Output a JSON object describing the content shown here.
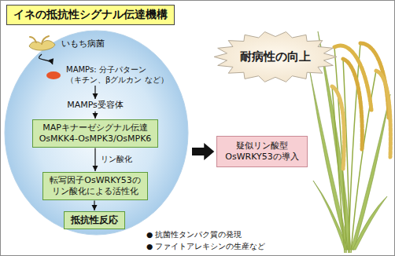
{
  "diagram": {
    "title": "イネの抵抗性シグナル伝達機構",
    "nodes": [
      {
        "text": []
      },
      {
        "text": [
          "いもち病菌"
        ],
        "in": 0
      },
      {
        "text": [
          "MAMPs: 分子パターン （キチン、βグルカン など）"
        ],
        "in": 0
      },
      {
        "text": [
          "MAMPs受容体"
        ],
        "in": 0
      },
      {
        "text": [
          "MAPキナーゼシグナル伝達 OsMKK4-OsMPK3/OsMPK6"
        ],
        "in": 0
      },
      {
        "text": [
          "転写因子OsWRKY53の リン酸化による活性化"
        ],
        "in": 0
      },
      {
        "text": [
          "抵抗性反応"
        ],
        "in": 0
      },
      {
        "text": [
          "耐病性の向上"
        ]
      },
      {
        "text": [
          "疑似リン酸型 OsWRKY53の導入"
        ]
      }
    ],
    "edges": [
      {
        "from": 1,
        "to": 2,
        "arrow": "to"
      },
      {
        "from": 2,
        "to": 3,
        "arrow": "to"
      },
      {
        "from": 3,
        "to": 4,
        "arrow": "to"
      },
      {
        "from": 4,
        "to": 5,
        "label": "リン酸化",
        "arrow": "to"
      },
      {
        "from": 5,
        "to": 6,
        "arrow": "to"
      },
      {
        "from": 0,
        "to": 8,
        "arrow": "to"
      }
    ],
    "labels": [
      "● 抗菌性タンパク質の発現",
      "● ファイトアレキシンの生産など"
    ]
  }
}
